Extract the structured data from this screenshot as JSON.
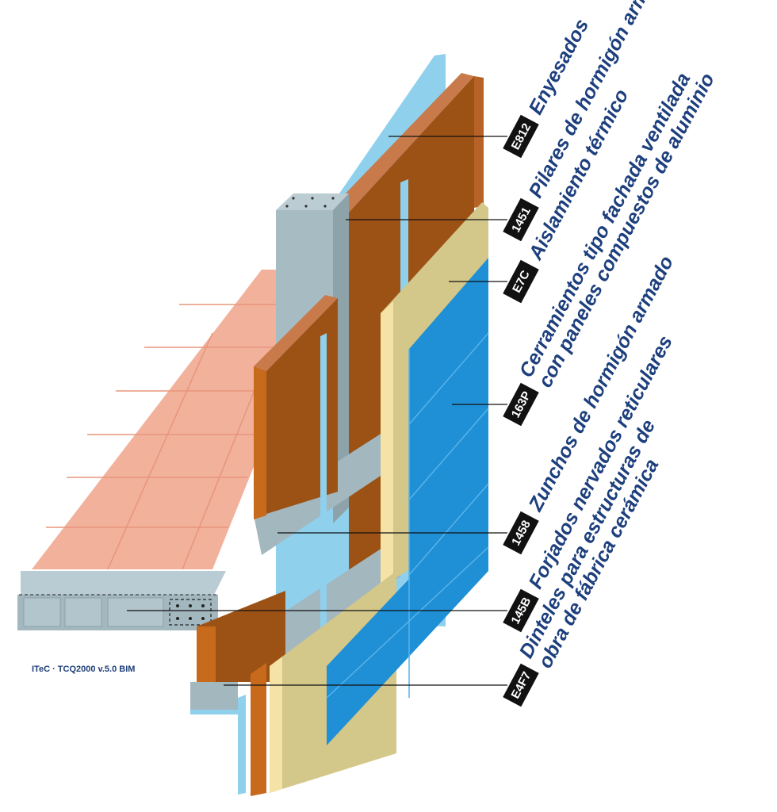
{
  "credit": "ITeC · TCQ2000 v.5.0 BIM",
  "colors": {
    "label_text": "#1d3f7d",
    "code_badge": "#111111",
    "leader_line": "#111111",
    "brick_face": "#9c5215",
    "brick_top": "#c87a4b",
    "plaster": "#8fd0ec",
    "insulation": "#d4c78a",
    "panel": "#1f8fd6",
    "concrete": "#9fb3bb",
    "floor_tile": "#f0a98f"
  },
  "callouts": [
    {
      "code": "E812",
      "lines": [
        "Enyesados"
      ]
    },
    {
      "code": "1451",
      "lines": [
        "Pilares de hormigón armado"
      ]
    },
    {
      "code": "E7C",
      "lines": [
        "Aislamiento térmico"
      ]
    },
    {
      "code": "163P",
      "lines": [
        "Cerramientos tipo fachada ventilada",
        "con paneles compuestos de aluminio"
      ]
    },
    {
      "code": "1458",
      "lines": [
        "Zunchos de hormigón armado"
      ]
    },
    {
      "code": "145B",
      "lines": [
        "Forjados nervados reticulares"
      ]
    },
    {
      "code": "E4F7",
      "lines": [
        "Dinteles para estructuras de",
        "obra de fábrica cerámica"
      ]
    }
  ]
}
